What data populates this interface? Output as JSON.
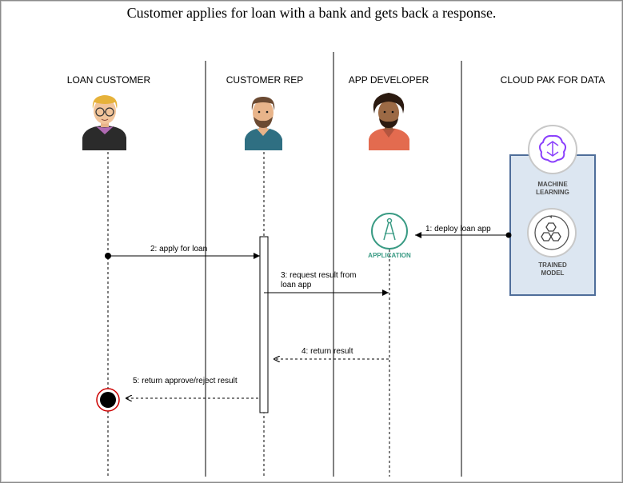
{
  "title": "Customer applies for loan with a bank and gets back a response.",
  "lanes": [
    {
      "label": "LOAN CUSTOMER"
    },
    {
      "label": "CUSTOMER REP"
    },
    {
      "label": "APP DEVELOPER"
    },
    {
      "label": "CLOUD PAK FOR DATA"
    }
  ],
  "messages": [
    {
      "label": "1: deploy loan app"
    },
    {
      "label": "2: apply for loan"
    },
    {
      "label": "3: request result from\nloan app"
    },
    {
      "label": "4: return result"
    },
    {
      "label": "5: return approve/reject result"
    }
  ],
  "application_label": "APPLICATION",
  "cloud": {
    "ml_label": "MACHINE\nLEARNING",
    "model_label": "TRAINED\nMODEL"
  },
  "colors": {
    "application": "#3a9b84",
    "machine_learning": "#8a3ffc",
    "box_fill": "#dce6f1",
    "box_border": "#4f6e9a",
    "end_marker": "#cc0000"
  }
}
